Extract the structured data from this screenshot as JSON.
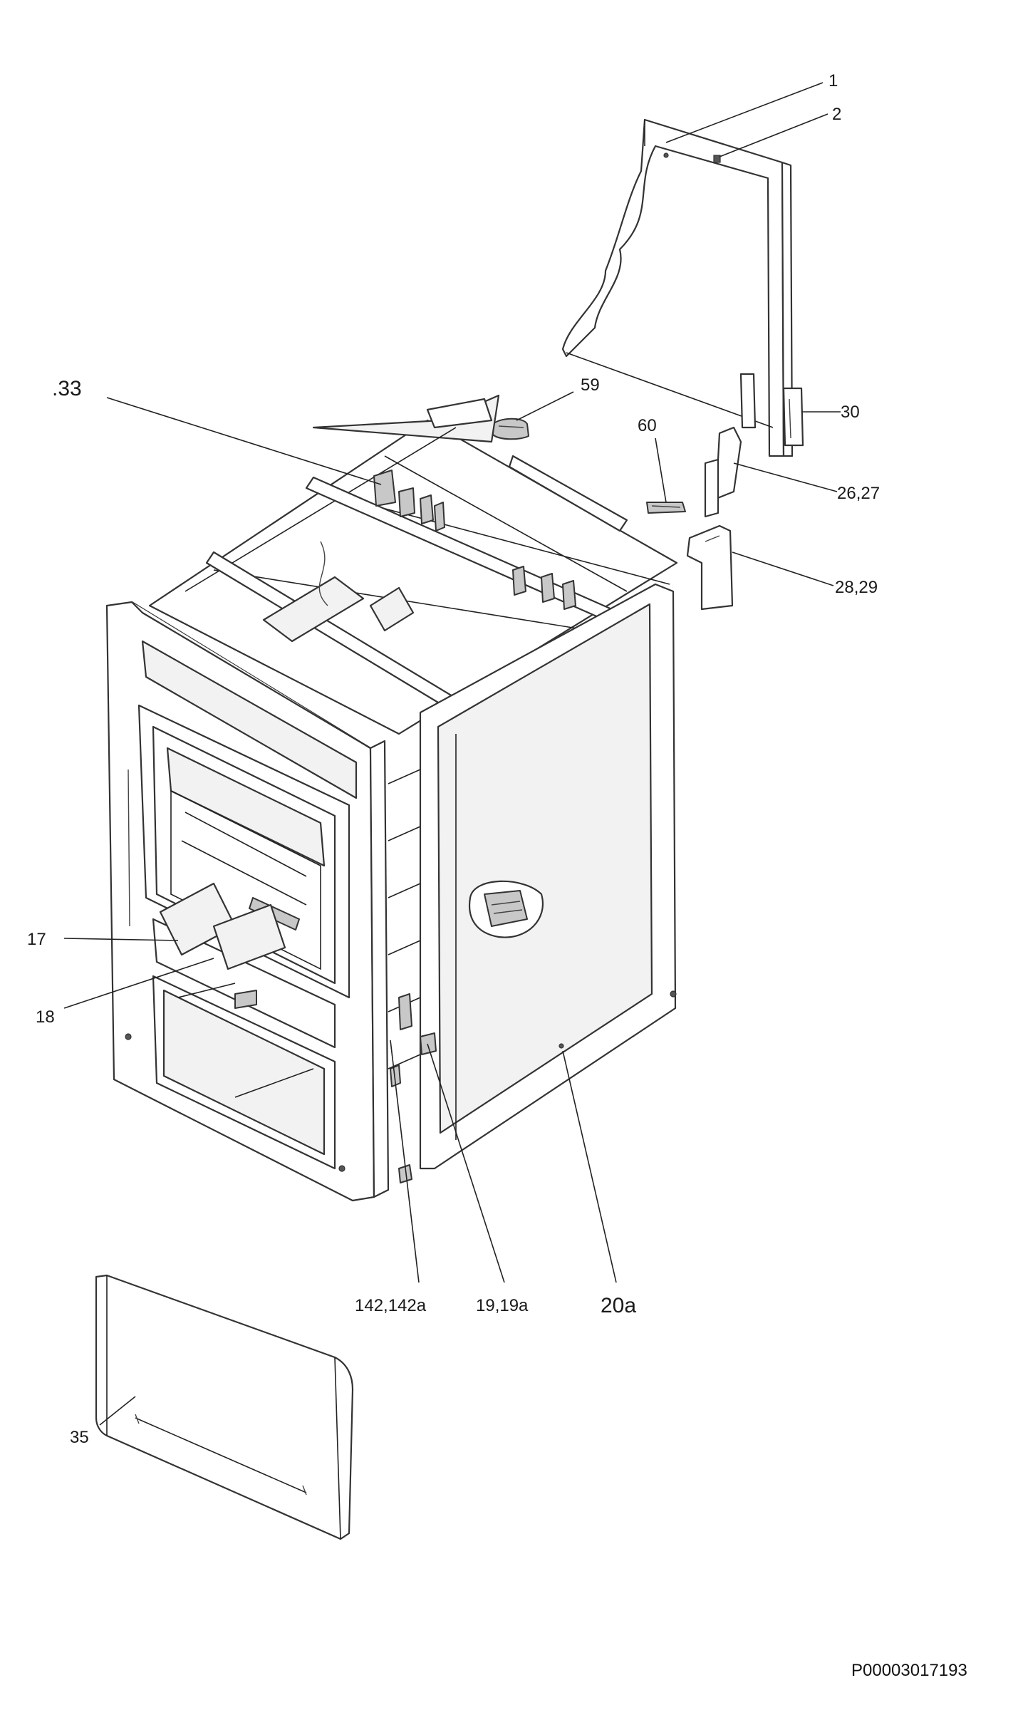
{
  "callouts": {
    "c1": "1",
    "c2": "2",
    "c33": ".33",
    "c59": "59",
    "c30": "30",
    "c60": "60",
    "c26": "26,27",
    "c28": "28,29",
    "c17": "17",
    "c18": "18",
    "c142": "142,142a",
    "c19": "19,19a",
    "c20": "20a",
    "c35": "35"
  },
  "reference_code": "P00003017193"
}
